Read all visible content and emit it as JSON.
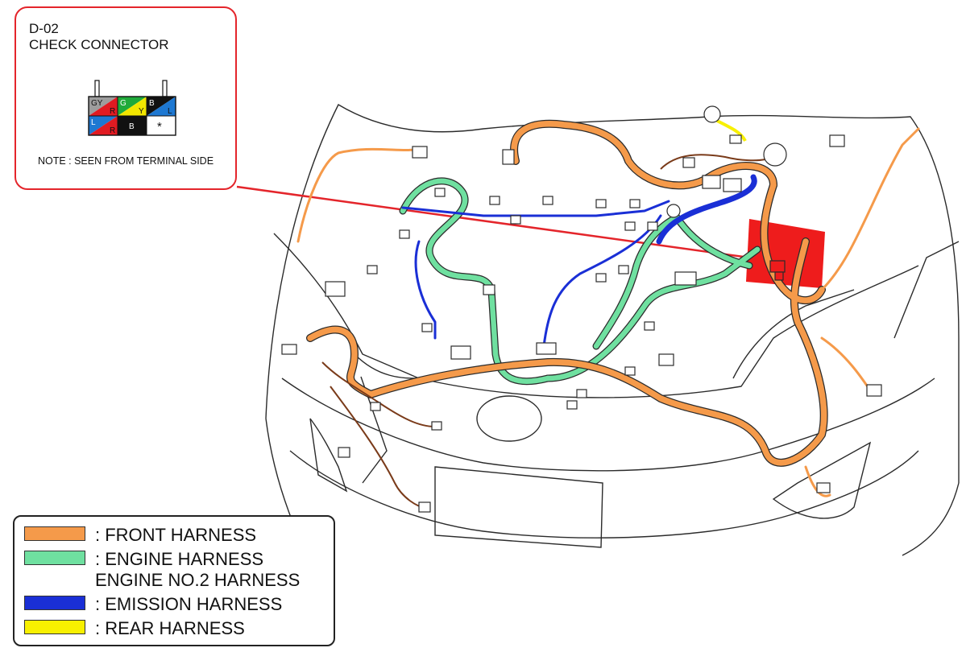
{
  "connector": {
    "code": "D-02",
    "name": "CHECK CONNECTOR",
    "note": "NOTE : SEEN FROM TERMINAL SIDE",
    "cells": [
      {
        "top_label": "GY",
        "bottom_label": "R",
        "top_color": "#9d9d9d",
        "bottom_color": "#e11b22"
      },
      {
        "top_label": "G",
        "bottom_label": "Y",
        "top_color": "#1faa3a",
        "bottom_color": "#f2e600"
      },
      {
        "top_label": "B",
        "bottom_label": "L",
        "top_color": "#111111",
        "bottom_color": "#1e78d2"
      },
      {
        "top_label": "L",
        "bottom_label": "R",
        "top_color": "#1e78d2",
        "bottom_color": "#e11b22"
      },
      {
        "label": "B",
        "color": "#111111"
      },
      {
        "label": "*",
        "color": "#ffffff"
      }
    ]
  },
  "legend": {
    "items": [
      {
        "label": ": FRONT HARNESS",
        "color": "#f59a4a"
      },
      {
        "label": ": ENGINE HARNESS",
        "sub_label": "ENGINE NO.2 HARNESS",
        "color": "#6fe0a0"
      },
      {
        "label": ": EMISSION HARNESS",
        "color": "#1a2fd6"
      },
      {
        "label": ": REAR HARNESS",
        "color": "#f8f000"
      }
    ]
  },
  "colors": {
    "front": "#f59a4a",
    "engine": "#6fe0a0",
    "emission": "#1a2fd6",
    "rear": "#f8f000",
    "highlight": "#ee1c1c",
    "outline": "#2b2b2b"
  }
}
